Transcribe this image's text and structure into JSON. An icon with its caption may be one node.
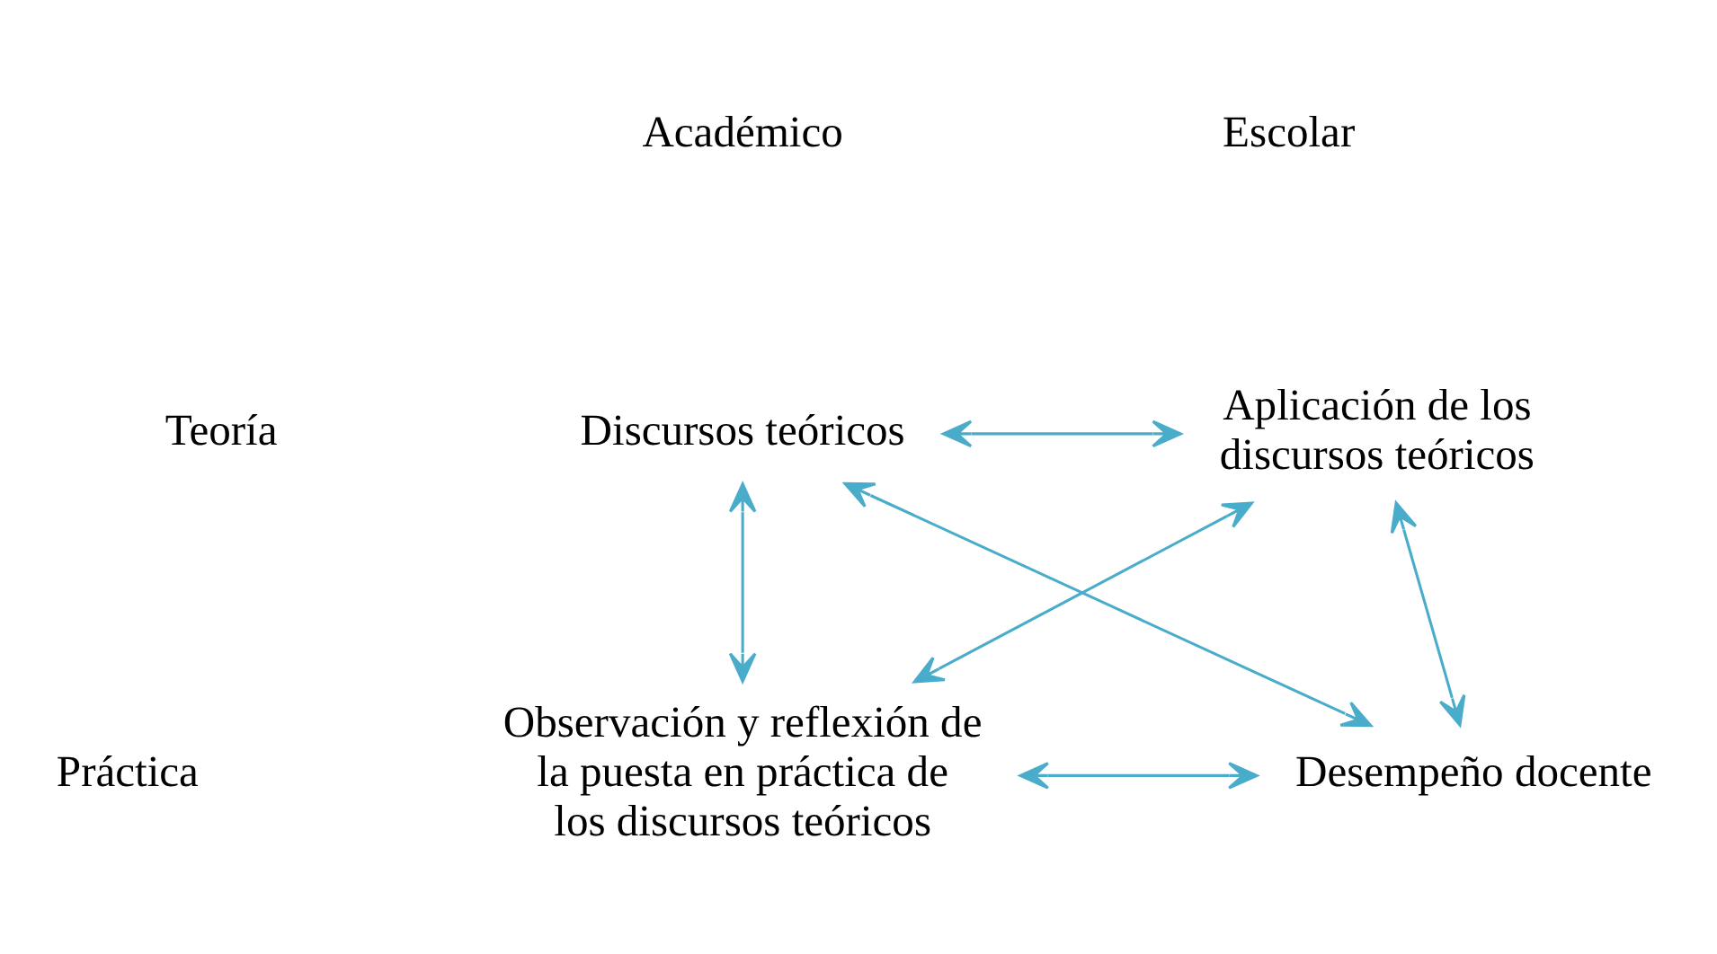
{
  "diagram": {
    "nodes": [
      {
        "text": [
          "Discursos teóricos"
        ]
      },
      {
        "text": [
          "Aplicación de los discursos teóricos"
        ]
      },
      {
        "text": [
          "Observación y reflexión de la puesta en práctica de los discursos teóricos"
        ]
      },
      {
        "text": [
          "Desempeño docente"
        ]
      }
    ],
    "edges": [
      {
        "from": 0,
        "to": 1,
        "arrow": "both"
      },
      {
        "from": 0,
        "to": 2,
        "arrow": "both"
      },
      {
        "from": 0,
        "to": 3,
        "arrow": "both"
      },
      {
        "from": 1,
        "to": 2,
        "arrow": "both"
      },
      {
        "from": 1,
        "to": 3,
        "arrow": "both"
      },
      {
        "from": 2,
        "to": 3,
        "arrow": "both"
      }
    ],
    "labels": [
      "Académico",
      "Escolar",
      "Teoría",
      "Práctica"
    ]
  }
}
